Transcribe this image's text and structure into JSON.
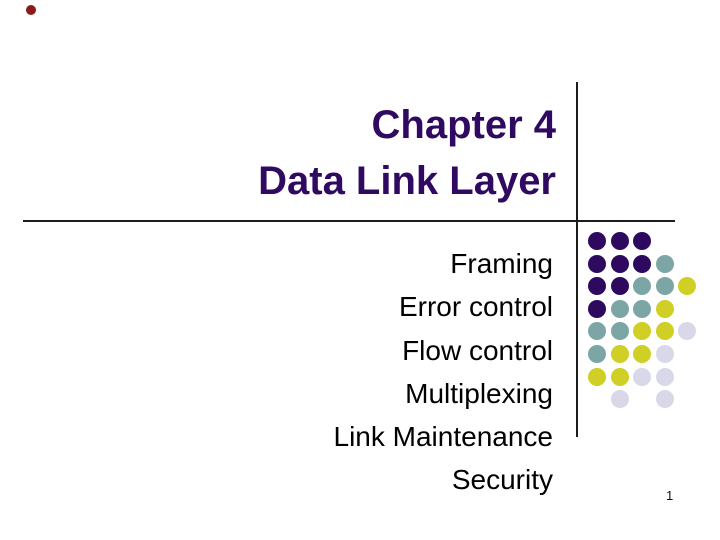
{
  "slide": {
    "title": {
      "line1": "Chapter 4",
      "line2": "Data Link Layer"
    },
    "topics": [
      "Framing",
      "Error control",
      "Flow control",
      "Multiplexing",
      "Link Maintenance",
      "Security"
    ],
    "page_number": "1"
  },
  "colors": {
    "title_text": "#300a60",
    "body_text": "#000000",
    "line": "#1c1c1c",
    "bullet_dot": "#8b1a1a",
    "dot_purple": "#2e0a5e",
    "dot_teal": "#7ca6a6",
    "dot_yellow": "#cfcf26",
    "dot_lavender": "#d8d8e8"
  },
  "decor": {
    "dot_grid": {
      "dot_size": 18,
      "pitch": 22.6,
      "rows": [
        [
          "purple",
          "purple",
          "purple",
          null,
          null
        ],
        [
          "purple",
          "purple",
          "purple",
          "teal",
          null
        ],
        [
          "purple",
          "purple",
          "teal",
          "teal",
          "yellow"
        ],
        [
          "purple",
          "teal",
          "teal",
          "yellow",
          null
        ],
        [
          "teal",
          "teal",
          "yellow",
          "yellow",
          "lavender"
        ],
        [
          "teal",
          "yellow",
          "yellow",
          "lavender",
          null
        ],
        [
          "yellow",
          "yellow",
          "lavender",
          "lavender",
          null
        ],
        [
          null,
          "lavender",
          null,
          "lavender",
          null
        ]
      ]
    }
  }
}
